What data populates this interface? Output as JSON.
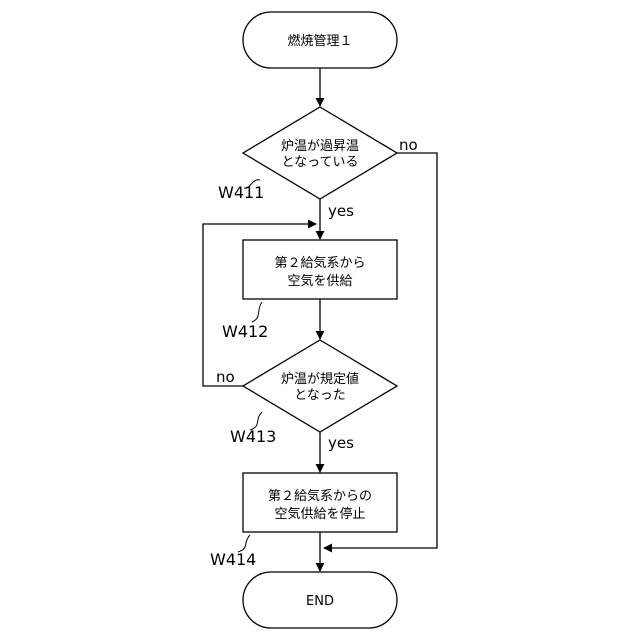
{
  "nodes": {
    "start": "燃焼管理１",
    "decision1_line1": "炉温が過昇温",
    "decision1_line2": "となっている",
    "process1_line1": "第２給気系から",
    "process1_line2": "空気を供給",
    "decision2_line1": "炉温が規定値",
    "decision2_line2": "となった",
    "process2_line1": "第２給気系からの",
    "process2_line2": "空気供給を停止",
    "end": "END"
  },
  "branches": {
    "decision1_yes": "yes",
    "decision1_no": "no",
    "decision2_yes": "yes",
    "decision2_no": "no"
  },
  "references": {
    "decision1": "W411",
    "process1": "W412",
    "decision2": "W413",
    "process2": "W414"
  }
}
